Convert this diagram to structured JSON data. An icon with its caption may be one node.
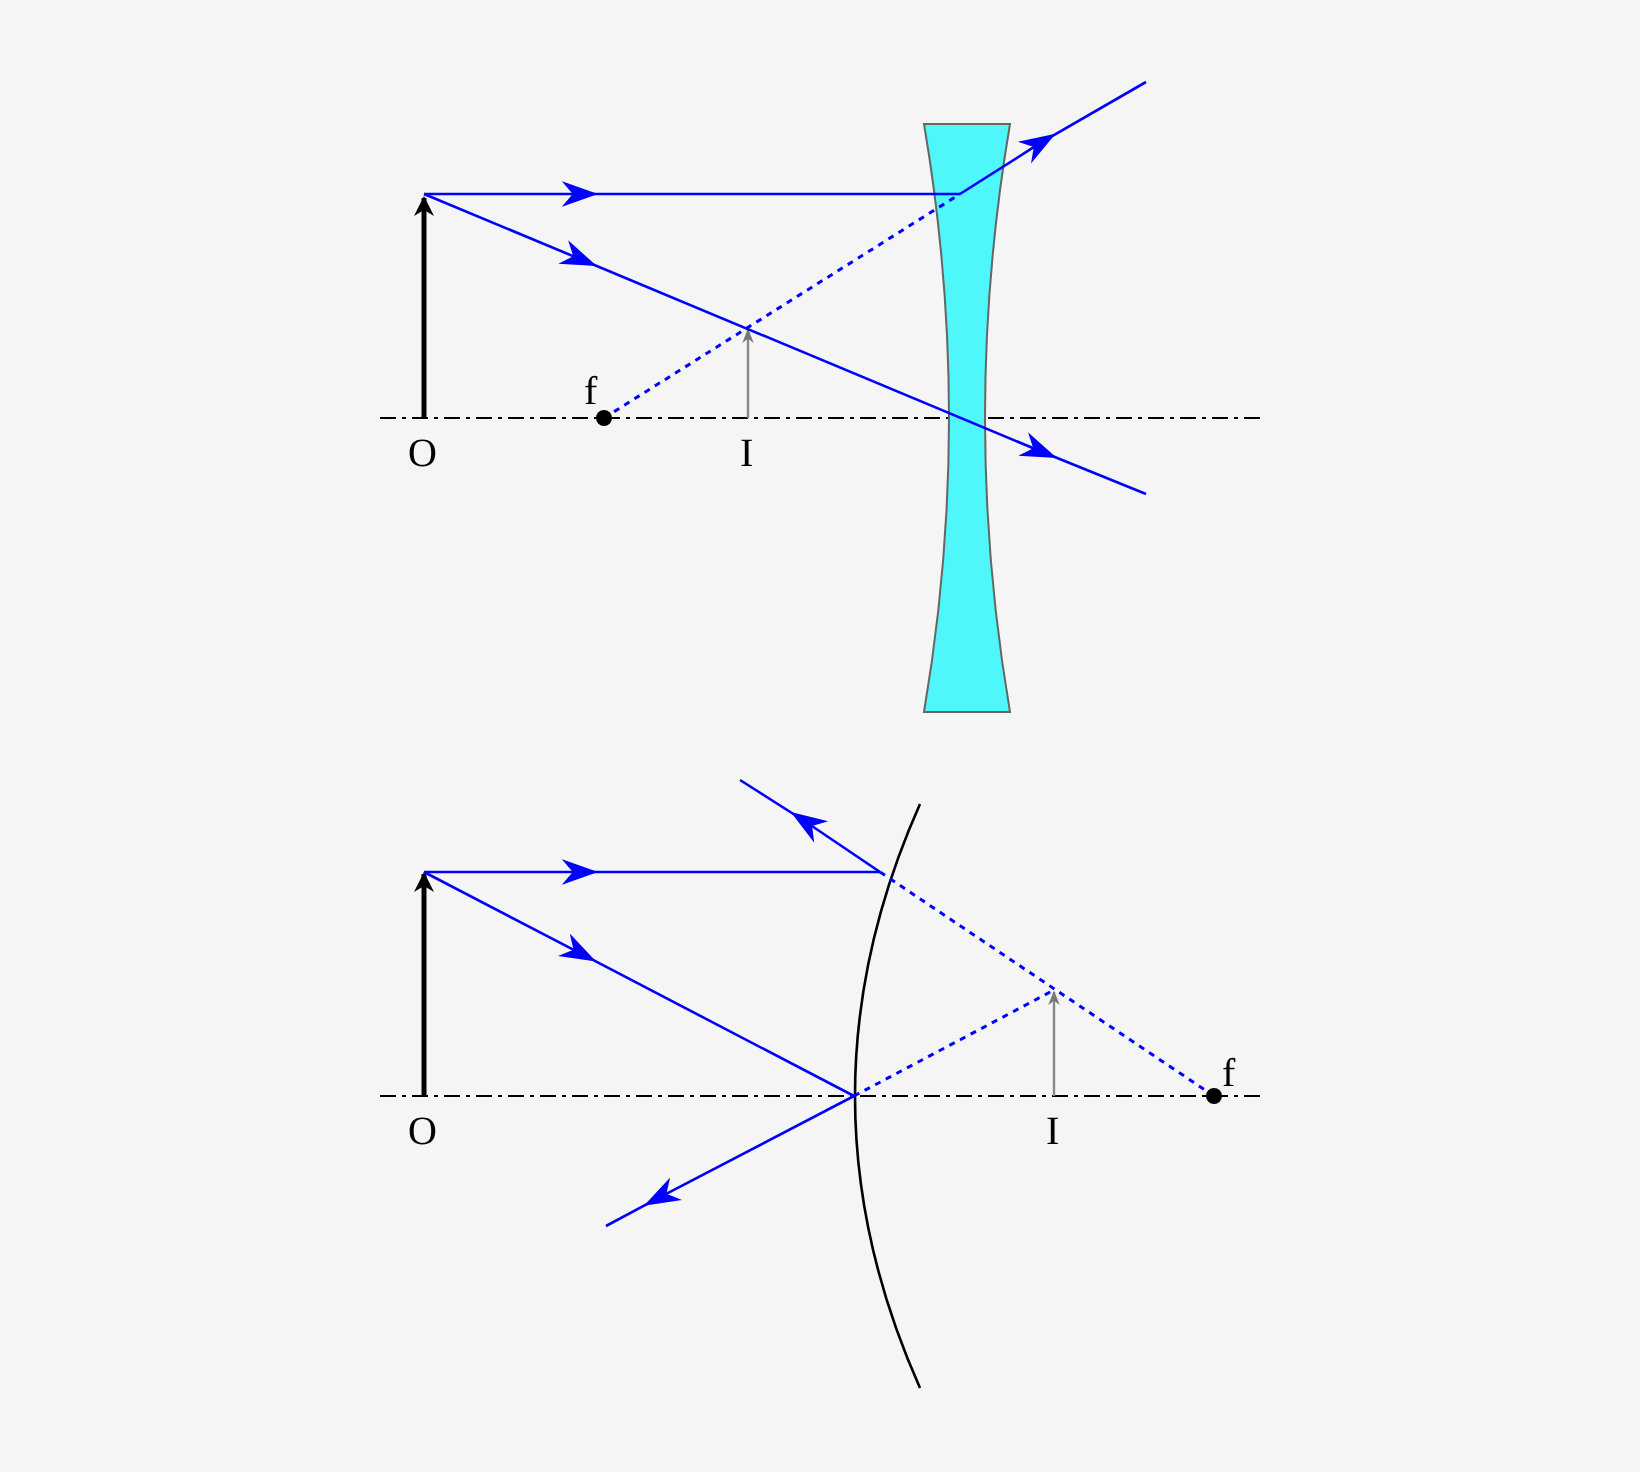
{
  "diagram": {
    "labels": [
      "f",
      "O",
      "I",
      "f",
      "O",
      "I"
    ]
  }
}
